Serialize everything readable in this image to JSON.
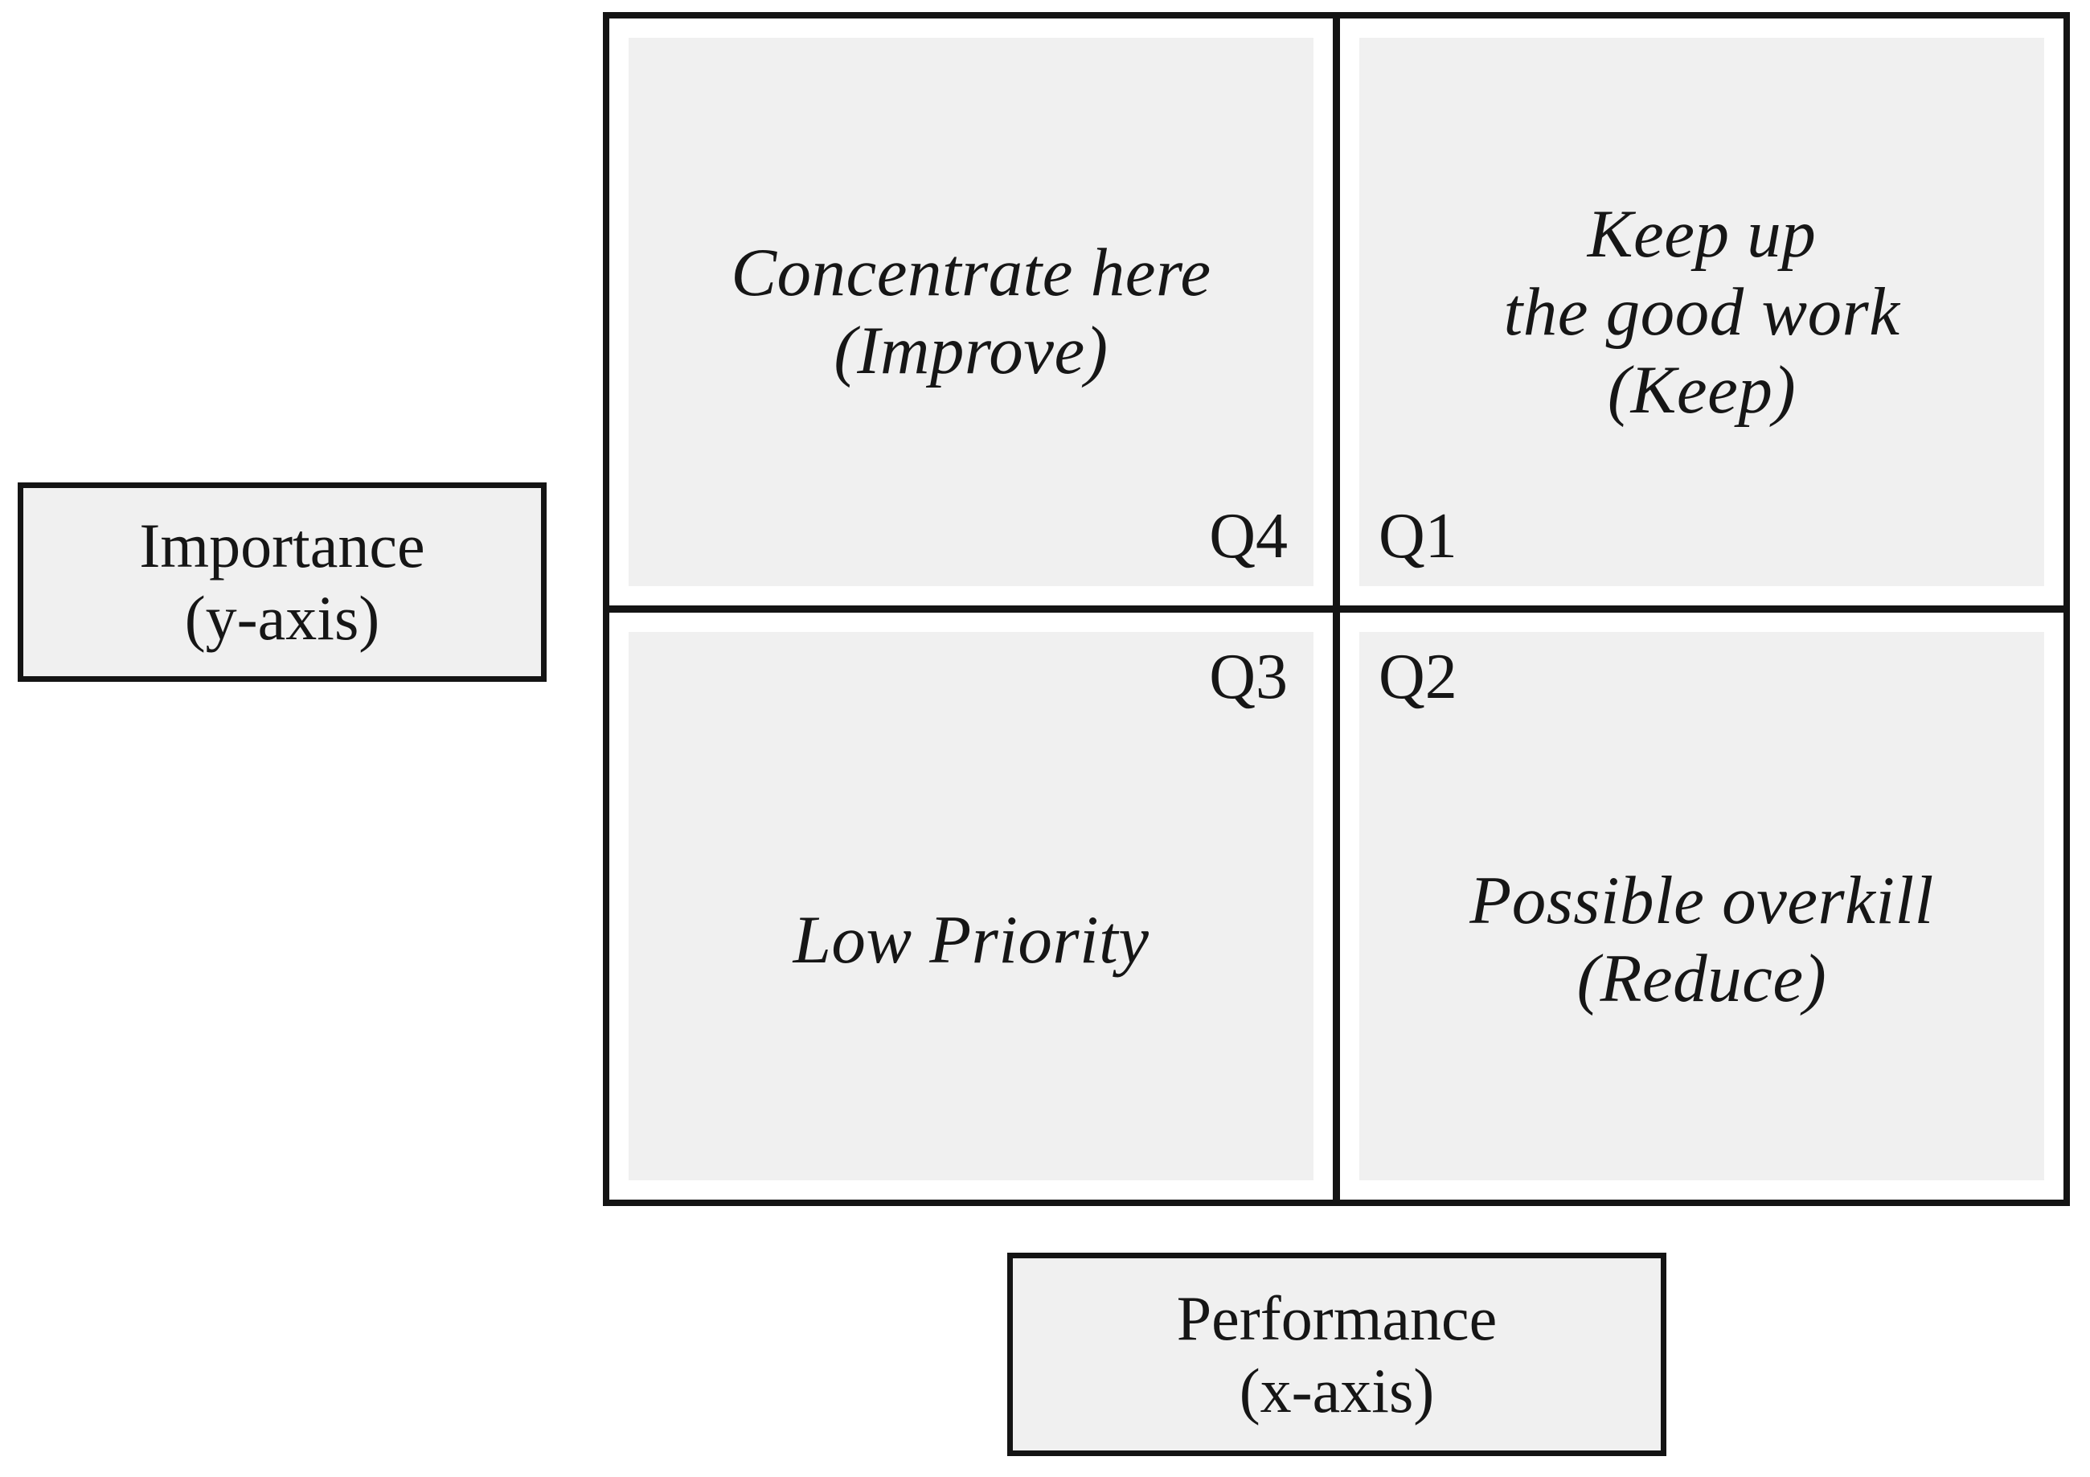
{
  "figure": {
    "type": "importance-performance-quadrant-matrix",
    "background_color": "#ffffff",
    "line_color": "#141414",
    "panel_fill_color": "#f0f0f0",
    "text_color": "#161616"
  },
  "matrix": {
    "quadrants": [
      {
        "position": "top-left",
        "quadrant_label": "Q4",
        "label_corner": "bottom-right",
        "lines": [
          "Concentrate here",
          "(Improve)"
        ]
      },
      {
        "position": "top-right",
        "quadrant_label": "Q1",
        "label_corner": "bottom-left",
        "lines": [
          "Keep up",
          "the good work",
          "(Keep)"
        ]
      },
      {
        "position": "bottom-left",
        "quadrant_label": "Q3",
        "label_corner": "top-right",
        "lines": [
          "Low Priority"
        ]
      },
      {
        "position": "bottom-right",
        "quadrant_label": "Q2",
        "label_corner": "top-left",
        "lines": [
          "Possible overkill",
          "(Reduce)"
        ]
      }
    ]
  },
  "axes": {
    "y": {
      "lines": [
        "Importance",
        "(y-axis)"
      ]
    },
    "x": {
      "lines": [
        "Performance",
        "(x-axis)"
      ]
    }
  }
}
